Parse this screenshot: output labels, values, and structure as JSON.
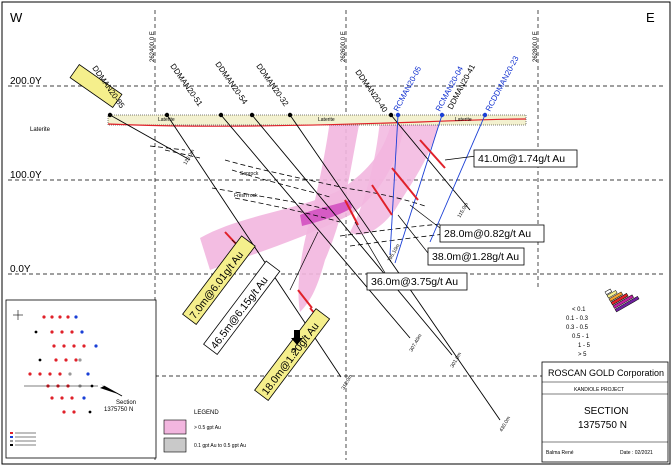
{
  "section": {
    "west_label": "W",
    "east_label": "E",
    "elevations": [
      "200.0Y",
      "100.0Y",
      "0.0Y"
    ],
    "eastings": [
      "262400.0 E",
      "262600.0 E",
      "262800.0 E"
    ]
  },
  "units": {
    "laterite": "Laterite",
    "laterite_mid": "Laterite",
    "laterite_right": "Laterite",
    "laterite_left": "Laterite",
    "saprock": "Saprock",
    "fresh_rock": "Fresh rock"
  },
  "holes": {
    "ddman20_85": "DDMAN20-85",
    "ddman20_51": "DDMAN20-51",
    "ddman20_54": "DDMAN20-54",
    "ddman20_32": "DDMAN20-32",
    "ddman20_40": "DDMAN20-40",
    "rcman20_05": "RCMAN20-05",
    "rcman20_04": "RCMAN20-04",
    "ddman20_41": "DDMAN20-41",
    "rcddman20_23": "RCDDMAN20-23"
  },
  "depths": {
    "d1": "120.0m",
    "d2": "115.0m",
    "d3": "311.0m",
    "d4": "307.40m",
    "d5": "301.0m",
    "d6": "430.0m",
    "d7": "195.10m"
  },
  "intercepts": {
    "i1": "41.0m@1.74g/t Au",
    "i2": "28.0m@0.82g/t Au",
    "i3": "38.0m@1.28g/t Au",
    "i4": "36.0m@3.75g/t Au",
    "i5": "7.0m@6.01g/t Au",
    "i6": "46.5m@6.15g/t Au",
    "i7": "18.0m@1.20g/t Au"
  },
  "question_mark": "?",
  "grade_legend": [
    "< 0.1",
    "0.1 - 0.3",
    "0.3 - 0.5",
    "0.5 - 1",
    "1 - 5",
    "> 5"
  ],
  "legend": {
    "title": "LEGEND",
    "items": [
      {
        "label": "> 0.5 gpt Au",
        "color": "#f2b6df"
      },
      {
        "label": "0.1 gpt Au  to  0.5  gpt Au",
        "color": "#c9c9c9"
      }
    ]
  },
  "title_block": {
    "company": "ROSCAN GOLD Corporation",
    "project": "KANDIOLE  PROJECT",
    "section_title": "SECTION",
    "section_number": "1375750 N",
    "author": "Balma René",
    "date": "Date : 02/2021"
  },
  "inset": {
    "section_label": "Section",
    "section_number": "1375750 N"
  },
  "colors": {
    "ddh_trace": "#000000",
    "rc_trace": "#1a3fd6",
    "pink_zone": "#f2b6df",
    "magenta_zone": "#d65bc4",
    "yellow_label": "#f5ef8c",
    "laterite_band": "#f3f1cf",
    "red_assay": "#e0212a"
  }
}
